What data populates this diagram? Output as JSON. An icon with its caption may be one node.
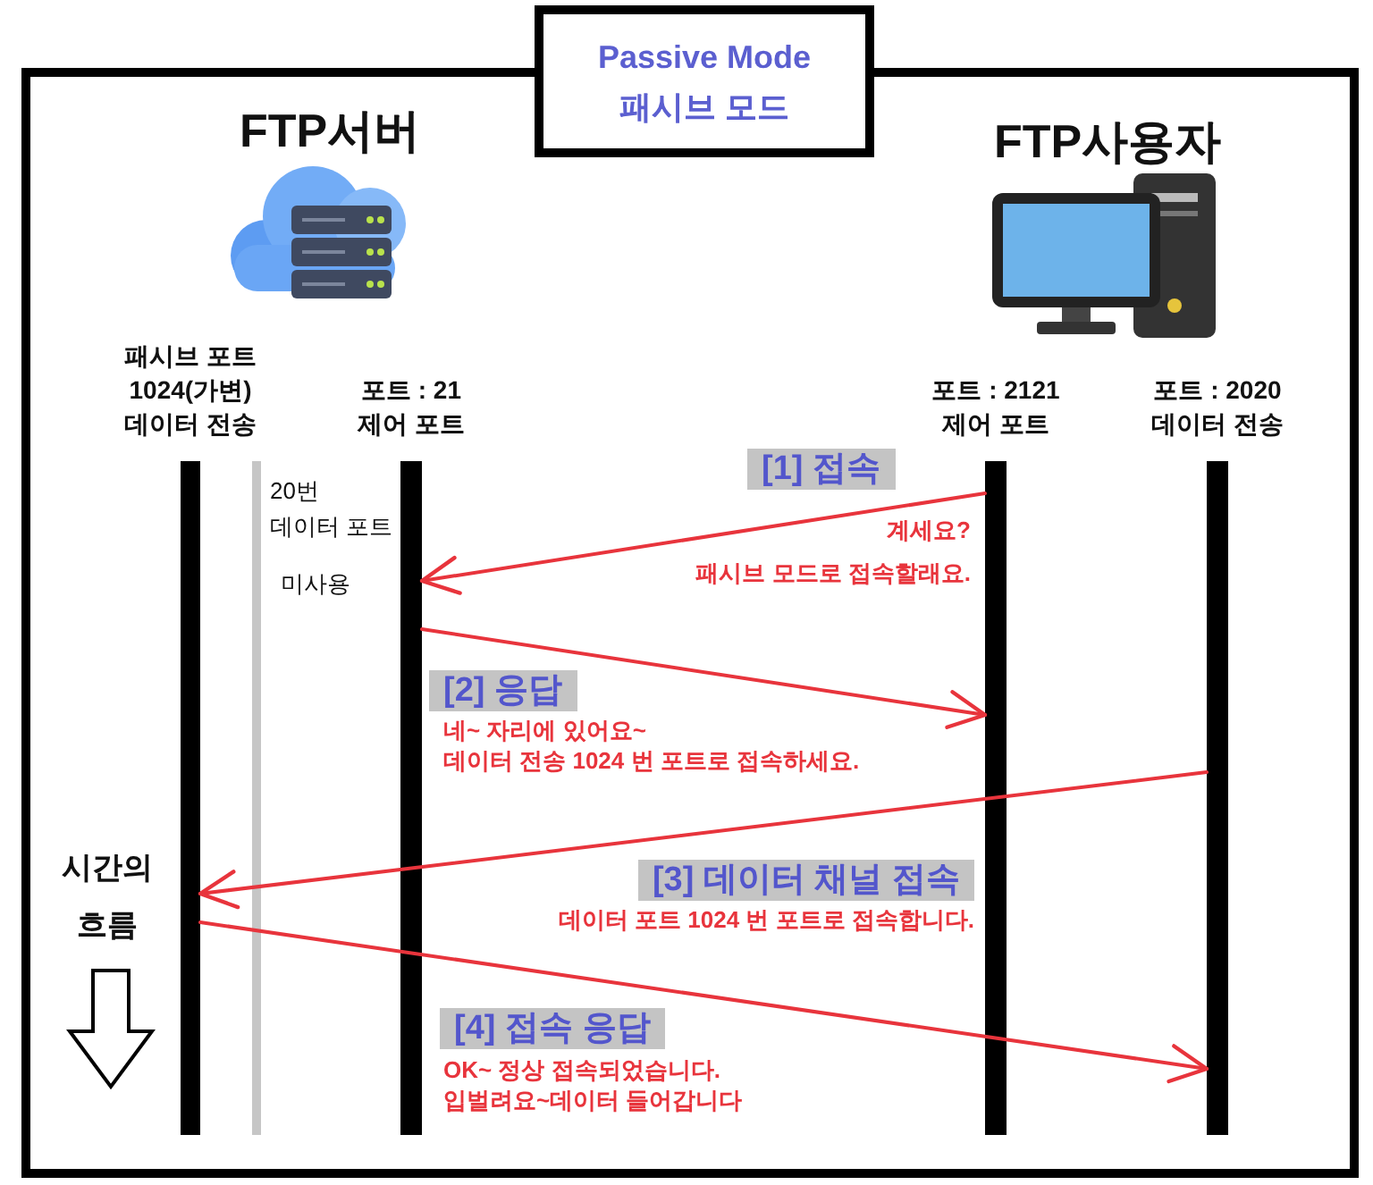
{
  "diagram": {
    "title": "Passive Mode 패시브 모드",
    "nodes": [
      {
        "text": [
          "패시브 포트 1024(가변) 데이터 전송"
        ]
      },
      {
        "text": [
          "20번",
          "데이터 포트",
          "미사용"
        ]
      },
      {
        "text": [
          "포트 : 21 제어 포트"
        ]
      },
      {
        "text": [
          "포트 : 2121 제어 포트"
        ]
      },
      {
        "text": [
          "포트 : 2020 데이터 전송"
        ]
      }
    ],
    "edges": [
      {
        "from": 3,
        "to": 2,
        "arrow": "to",
        "label": "[1] 접속"
      },
      {
        "from": 2,
        "to": 3,
        "arrow": "to",
        "label": "[2] 응답"
      },
      {
        "from": 4,
        "to": 0,
        "arrow": "to",
        "label": "[3] 데이터 채널 접속"
      },
      {
        "from": 0,
        "to": 4,
        "arrow": "to",
        "label": "[4] 접속 응답"
      }
    ],
    "labels": [
      "FTP서버",
      "FTP사용자",
      "계세요?",
      "패시브 모드로 접속할래요.",
      "네~ 자리에 있어요~",
      "데이터 전송 1024 번 포트로 접속하세요.",
      "시간의 흐름",
      "데이터 포트 1024 번 포트로 접속합니다.",
      "OK~ 정상 접속되었습니다.",
      "입벌려요~데이터 들어갑니다"
    ]
  }
}
